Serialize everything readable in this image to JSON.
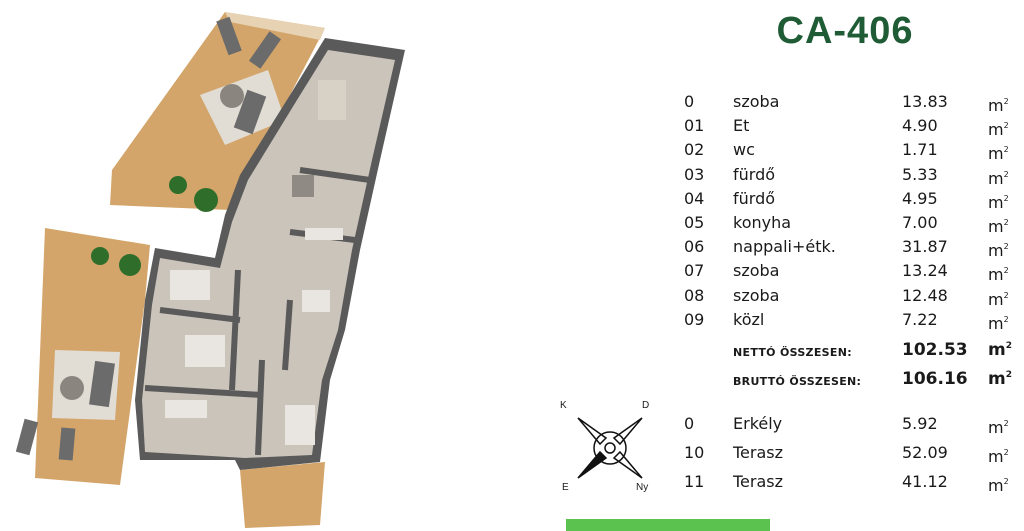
{
  "title": "CA-406",
  "rooms": [
    {
      "no": "0",
      "name": "szoba",
      "area": "13.83",
      "unit": "m",
      "sup": "2"
    },
    {
      "no": "01",
      "name": "Et",
      "area": "4.90",
      "unit": "m",
      "sup": "2"
    },
    {
      "no": "02",
      "name": "wc",
      "area": "1.71",
      "unit": "m",
      "sup": "2"
    },
    {
      "no": "03",
      "name": "fürdő",
      "area": "5.33",
      "unit": "m",
      "sup": "2"
    },
    {
      "no": "04",
      "name": "fürdő",
      "area": "4.95",
      "unit": "m",
      "sup": "2"
    },
    {
      "no": "05",
      "name": "konyha",
      "area": "7.00",
      "unit": "m",
      "sup": "2"
    },
    {
      "no": "06",
      "name": "nappali+étk.",
      "area": "31.87",
      "unit": "m",
      "sup": "2"
    },
    {
      "no": "07",
      "name": "szoba",
      "area": "13.24",
      "unit": "m",
      "sup": "2"
    },
    {
      "no": "08",
      "name": "szoba",
      "area": "12.48",
      "unit": "m",
      "sup": "2"
    },
    {
      "no": "09",
      "name": "közl",
      "area": "7.22",
      "unit": "m",
      "sup": "2"
    }
  ],
  "totals": {
    "net": {
      "label": "NETTÓ ÖSSZESEN:",
      "value": "102.53",
      "unit": "m",
      "sup": "2"
    },
    "gross": {
      "label": "BRUTTÓ ÖSSZESEN:",
      "value": "106.16",
      "unit": "m",
      "sup": "2"
    }
  },
  "outdoor": [
    {
      "no": "0",
      "name": "Erkély",
      "area": "5.92",
      "unit": "m",
      "sup": "2"
    },
    {
      "no": "10",
      "name": "Terasz",
      "area": "52.09",
      "unit": "m",
      "sup": "2"
    },
    {
      "no": "11",
      "name": "Terasz",
      "area": "41.12",
      "unit": "m",
      "sup": "2"
    }
  ],
  "compass": {
    "nw": "K",
    "ne": "D",
    "sw": "E",
    "se": "Ny"
  },
  "colors": {
    "title": "#1f5c36",
    "terrace": "#d3a56a",
    "wall": "#5a5a5a",
    "floor": "#c9c2b8",
    "accent_bar": "#5cc24f"
  }
}
